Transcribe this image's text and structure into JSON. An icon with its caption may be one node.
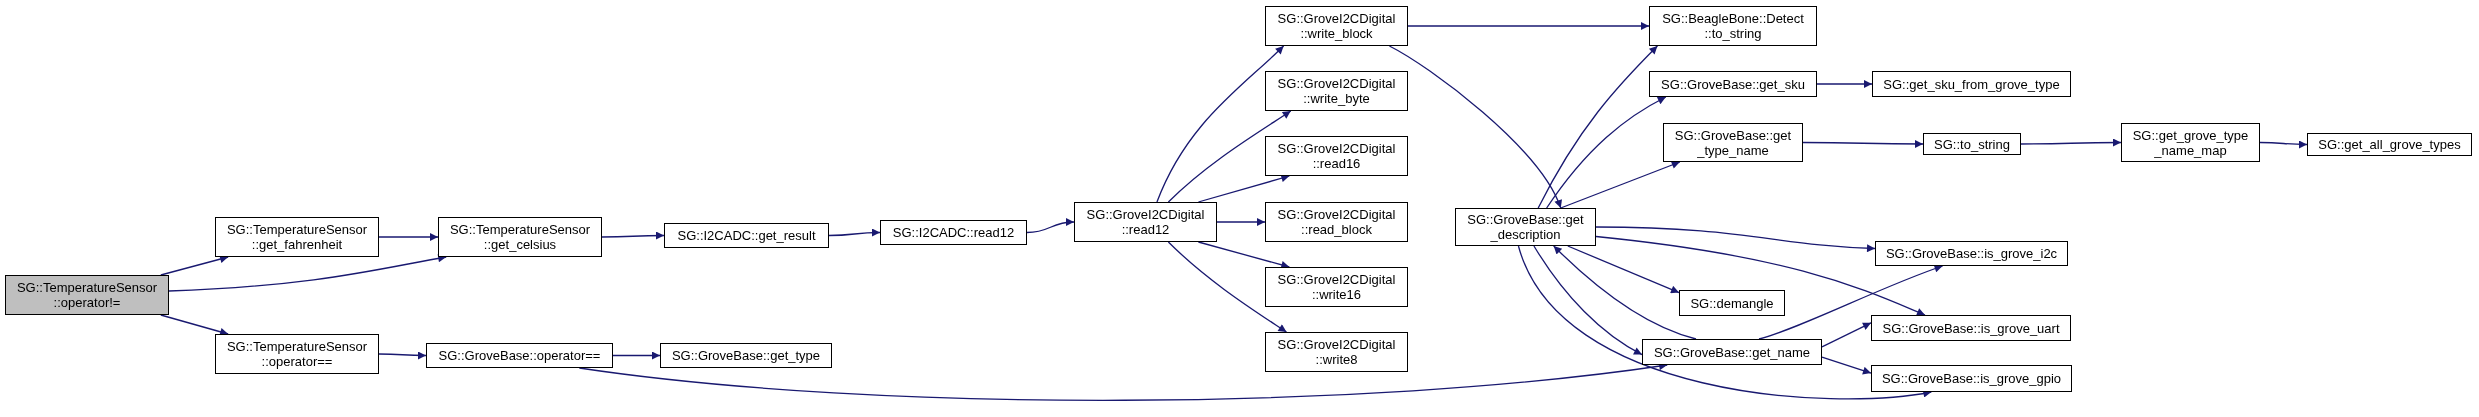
{
  "diagram": {
    "nodes": [
      {
        "text": [
          "SG::TemperatureSensor ::operator!="
        ]
      },
      {
        "text": [
          "SG::TemperatureSensor ::get_fahrenheit"
        ]
      },
      {
        "text": [
          "SG::TemperatureSensor ::get_celsius"
        ]
      },
      {
        "text": [
          "SG::I2CADC::get_result"
        ]
      },
      {
        "text": [
          "SG::TemperatureSensor ::operator=="
        ]
      },
      {
        "text": [
          "SG::GroveBase::operator=="
        ]
      },
      {
        "text": [
          "SG::GroveBase::get_type"
        ]
      },
      {
        "text": [
          "SG::I2CADC::read12"
        ]
      },
      {
        "text": [
          "SG::GroveI2CDigital ::read12"
        ]
      },
      {
        "text": [
          "SG::GroveI2CDigital ::write_block"
        ]
      },
      {
        "text": [
          "SG::GroveI2CDigital ::write_byte"
        ]
      },
      {
        "text": [
          "SG::GroveI2CDigital ::read16"
        ]
      },
      {
        "text": [
          "SG::GroveI2CDigital ::read_block"
        ]
      },
      {
        "text": [
          "SG::GroveI2CDigital ::write16"
        ]
      },
      {
        "text": [
          "SG::GroveI2CDigital ::write8"
        ]
      },
      {
        "text": [
          "SG::GroveBase::get _description"
        ]
      },
      {
        "text": [
          "SG::BeagleBone::Detect ::to_string"
        ]
      },
      {
        "text": [
          "SG::GroveBase::get_sku"
        ]
      },
      {
        "text": [
          "SG::get_sku_from_grove_type"
        ]
      },
      {
        "text": [
          "SG::GroveBase::get _type_name"
        ]
      },
      {
        "text": [
          "SG::to_string"
        ]
      },
      {
        "text": [
          "SG::get_grove_type _name_map"
        ]
      },
      {
        "text": [
          "SG::get_all_grove_types"
        ]
      },
      {
        "text": [
          "SG::GroveBase::is_grove_i2c"
        ]
      },
      {
        "text": [
          "SG::demangle"
        ]
      },
      {
        "text": [
          "SG::GroveBase::is_grove_uart"
        ]
      },
      {
        "text": [
          "SG::GroveBase::get_name"
        ]
      },
      {
        "text": [
          "SG::GroveBase::is_grove_gpio"
        ]
      }
    ],
    "edges": [
      {
        "from": 0,
        "to": 1,
        "arrow": "to"
      },
      {
        "from": 0,
        "to": 2,
        "arrow": "to"
      },
      {
        "from": 0,
        "to": 4,
        "arrow": "to"
      },
      {
        "from": 1,
        "to": 2,
        "arrow": "to"
      },
      {
        "from": 2,
        "to": 3,
        "arrow": "to"
      },
      {
        "from": 3,
        "to": 7,
        "arrow": "to"
      },
      {
        "from": 7,
        "to": 8,
        "arrow": "to"
      },
      {
        "from": 8,
        "to": 9,
        "arrow": "to"
      },
      {
        "from": 8,
        "to": 10,
        "arrow": "to"
      },
      {
        "from": 8,
        "to": 11,
        "arrow": "to"
      },
      {
        "from": 8,
        "to": 12,
        "arrow": "to"
      },
      {
        "from": 8,
        "to": 13,
        "arrow": "to"
      },
      {
        "from": 8,
        "to": 14,
        "arrow": "to"
      },
      {
        "from": 9,
        "to": 16,
        "arrow": "to"
      },
      {
        "from": 9,
        "to": 15,
        "arrow": "to"
      },
      {
        "from": 4,
        "to": 5,
        "arrow": "to"
      },
      {
        "from": 5,
        "to": 6,
        "arrow": "to"
      },
      {
        "from": 5,
        "to": 26,
        "arrow": "to"
      },
      {
        "from": 15,
        "to": 16,
        "arrow": "to"
      },
      {
        "from": 15,
        "to": 17,
        "arrow": "to"
      },
      {
        "from": 15,
        "to": 19,
        "arrow": "to"
      },
      {
        "from": 15,
        "to": 23,
        "arrow": "to"
      },
      {
        "from": 15,
        "to": 24,
        "arrow": "to"
      },
      {
        "from": 15,
        "to": 25,
        "arrow": "to"
      },
      {
        "from": 15,
        "to": 26,
        "arrow": "to"
      },
      {
        "from": 15,
        "to": 27,
        "arrow": "to"
      },
      {
        "from": 26,
        "to": 15,
        "arrow": "to"
      },
      {
        "from": 26,
        "to": 23,
        "arrow": "to"
      },
      {
        "from": 26,
        "to": 25,
        "arrow": "to"
      },
      {
        "from": 26,
        "to": 27,
        "arrow": "to"
      },
      {
        "from": 17,
        "to": 18,
        "arrow": "to"
      },
      {
        "from": 19,
        "to": 20,
        "arrow": "to"
      },
      {
        "from": 20,
        "to": 21,
        "arrow": "to"
      },
      {
        "from": 21,
        "to": 22,
        "arrow": "to"
      }
    ]
  }
}
